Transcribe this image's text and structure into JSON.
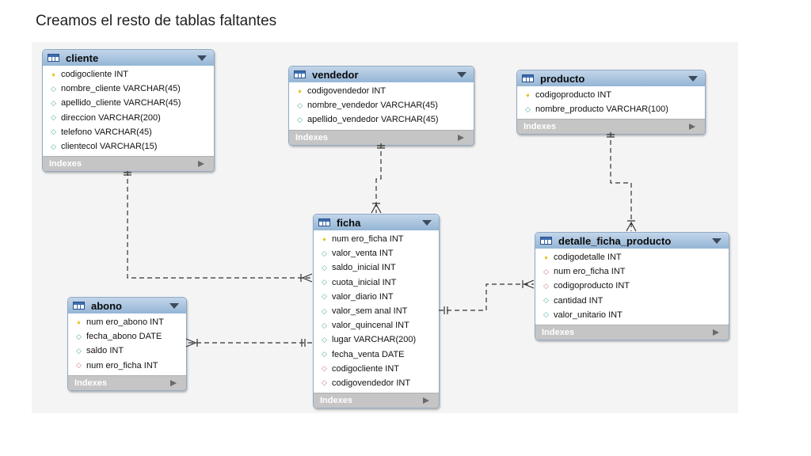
{
  "slide_title": "Creamos el resto de tablas faltantes",
  "tables": {
    "cliente": {
      "name": "cliente",
      "columns": [
        {
          "text": "codigocliente INT",
          "kind": "key"
        },
        {
          "text": "nombre_cliente VARCHAR(45)",
          "kind": "attr"
        },
        {
          "text": "apellido_cliente VARCHAR(45)",
          "kind": "attr"
        },
        {
          "text": "direccion VARCHAR(200)",
          "kind": "attr"
        },
        {
          "text": "telefono VARCHAR(45)",
          "kind": "attr"
        },
        {
          "text": "clientecol VARCHAR(15)",
          "kind": "attr"
        }
      ],
      "footer": "Indexes"
    },
    "vendedor": {
      "name": "vendedor",
      "columns": [
        {
          "text": "codigovendedor INT",
          "kind": "key"
        },
        {
          "text": "nombre_vendedor VARCHAR(45)",
          "kind": "attr"
        },
        {
          "text": "apellido_vendedor VARCHAR(45)",
          "kind": "attr"
        }
      ],
      "footer": "Indexes"
    },
    "producto": {
      "name": "producto",
      "columns": [
        {
          "text": "codigoproducto INT",
          "kind": "key"
        },
        {
          "text": "nombre_producto VARCHAR(100)",
          "kind": "attr"
        }
      ],
      "footer": "Indexes"
    },
    "ficha": {
      "name": "ficha",
      "columns": [
        {
          "text": "num ero_ficha INT",
          "kind": "key"
        },
        {
          "text": "valor_venta INT",
          "kind": "attr"
        },
        {
          "text": "saldo_inicial INT",
          "kind": "attr"
        },
        {
          "text": "cuota_inicial INT",
          "kind": "attr"
        },
        {
          "text": "valor_diario INT",
          "kind": "attr"
        },
        {
          "text": "valor_sem anal INT",
          "kind": "attr"
        },
        {
          "text": "valor_quincenal INT",
          "kind": "attr"
        },
        {
          "text": "lugar VARCHAR(200)",
          "kind": "attr"
        },
        {
          "text": "fecha_venta DATE",
          "kind": "attr"
        },
        {
          "text": "codigocliente INT",
          "kind": "fk"
        },
        {
          "text": "codigovendedor INT",
          "kind": "fk"
        }
      ],
      "footer": "Indexes"
    },
    "abono": {
      "name": "abono",
      "columns": [
        {
          "text": "num ero_abono INT",
          "kind": "key"
        },
        {
          "text": "fecha_abono DATE",
          "kind": "attr"
        },
        {
          "text": "saldo INT",
          "kind": "attr"
        },
        {
          "text": "num ero_ficha INT",
          "kind": "fk"
        }
      ],
      "footer": "Indexes"
    },
    "detalle": {
      "name": "detalle_ficha_producto",
      "columns": [
        {
          "text": "codigodetalle INT",
          "kind": "key"
        },
        {
          "text": "num ero_ficha INT",
          "kind": "fk"
        },
        {
          "text": "codigoproducto INT",
          "kind": "fk"
        },
        {
          "text": "cantidad INT",
          "kind": "attr"
        },
        {
          "text": "valor_unitario INT",
          "kind": "attr"
        }
      ],
      "footer": "Indexes"
    }
  },
  "icons": {
    "key": "key-icon",
    "attr": "column-diamond-icon",
    "fk": "foreign-key-diamond-icon"
  },
  "colors": {
    "header": "#a9c4e0",
    "key": "#e1b800",
    "attr": "#52a7a2",
    "fk": "#cc7a76",
    "footer": "#c5c5c5"
  }
}
